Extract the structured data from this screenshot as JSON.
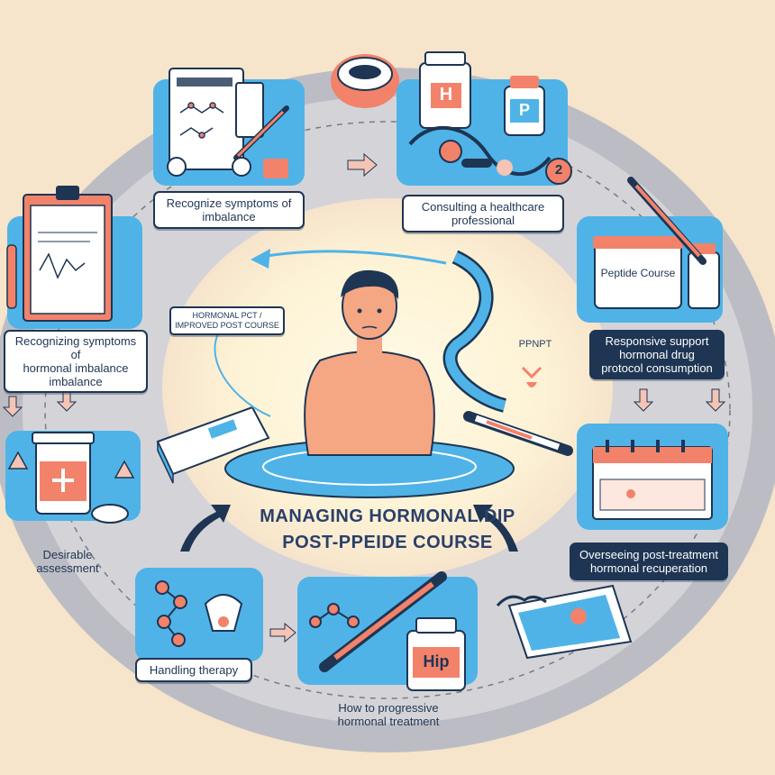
{
  "diagram": {
    "title_line1": "MANAGING HORMONAL DIP",
    "title_line2": "POST-PPEIDE COURSE",
    "steps": [
      {
        "line1": "Recognize symptoms of",
        "line2": "imbalance"
      },
      {
        "line1": "Consulting a healthcare",
        "line2": "professional"
      },
      {
        "line1": "Recognizing symptoms of",
        "line2": "hormonal imbalance",
        "line3": "imbalance"
      },
      {
        "line1": "Responsive support",
        "line2": "hormonal drug",
        "line3": "protocol consumption"
      },
      {
        "line1": "Desirable",
        "line2": "assessment"
      },
      {
        "line1": "Overseeing post-treatment",
        "line2": "hormonal recuperation"
      },
      {
        "line1": "Handling therapy"
      },
      {
        "line1": "How to progressive",
        "line2": "hormonal treatment"
      }
    ],
    "device_label": "HORMONAL PCT / IMPROVED POST COURSE",
    "jar_label": "Peptide Course",
    "bottle_labels": {
      "h": "H",
      "p": "P",
      "hip": "Hip"
    },
    "ppnpt_label": "PPNPT",
    "badge_label": "2"
  },
  "colors": {
    "background": "#f6e4cb",
    "ring": "#c9c9cc",
    "panel": "#4fb3e8",
    "navy": "#1e3553",
    "accent": "#f2826a"
  }
}
